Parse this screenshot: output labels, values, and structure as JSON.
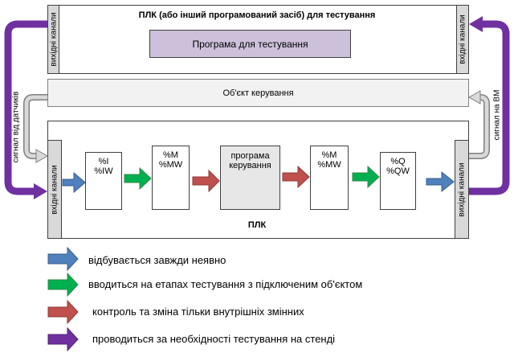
{
  "top_block": {
    "title": "ПЛК (або інший програмований засіб) для тестування",
    "left_side_label": "вихідні канали",
    "right_side_label": "вхідні канали",
    "program_label": "Програма для тестування"
  },
  "object_block": {
    "label": "Об'єкт керування"
  },
  "plc_block": {
    "title": "ПЛК",
    "left_side_label": "вхідні канали",
    "right_side_label": "вихідні канали",
    "input_image": {
      "line1": "%I",
      "line2": "%IW"
    },
    "memory_in": {
      "line1": "%M",
      "line2": "%MW"
    },
    "control_program": {
      "line1": "програма",
      "line2": "керування"
    },
    "memory_out": {
      "line1": "%M",
      "line2": "%MW"
    },
    "output_image": {
      "line1": "%Q",
      "line2": "%QW"
    }
  },
  "side_labels": {
    "sensor_signal": "сигнал від датчиків",
    "actuator_signal": "сигнал на ВМ"
  },
  "colors": {
    "blue": "#4f81bd",
    "green": "#00b050",
    "red": "#c0504d",
    "purple": "#7030a0",
    "gray_connector": "#d0d0d0"
  },
  "legend": [
    {
      "color": "blue",
      "text": "відбувається завжди неявно"
    },
    {
      "color": "green",
      "text": "вводиться на етапах тестування з підключеним об'єктом"
    },
    {
      "color": "red",
      "text": "контроль та зміна тільки внутрішніх змінних"
    },
    {
      "color": "purple",
      "text": "проводиться за необхідності тестування на стенді"
    }
  ]
}
